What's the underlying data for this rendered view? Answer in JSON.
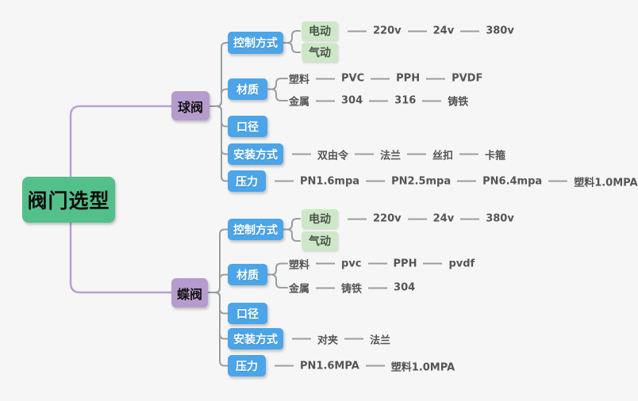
{
  "diagram": {
    "type": "mindmap",
    "title": "阀门选型"
  },
  "colors": {
    "canvas_bg": "#f6f6f6",
    "root_green": "#53c08b",
    "branch_purple": "#b69cce",
    "category_blue": "#4ba5e8",
    "leaf_light_green": "#cde8c7",
    "connector_gray": "#989ea1",
    "connector_purple": "#b8a0d2",
    "label_text": "#555555"
  },
  "root": {
    "label": "阀门选型"
  },
  "branches": [
    {
      "label": "球阀",
      "categories": [
        {
          "label": "控制方式"
        },
        {
          "label": "材质"
        },
        {
          "label": "口径"
        },
        {
          "label": "安装方式"
        },
        {
          "label": "压力"
        }
      ],
      "control": {
        "options": [
          "电动",
          "气动"
        ],
        "voltages": [
          "220v",
          "24v",
          "380v"
        ]
      },
      "material": {
        "plastic": [
          "塑料",
          "PVC",
          "PPH",
          "PVDF"
        ],
        "metal": [
          "金属",
          "304",
          "316",
          "铸铁"
        ]
      },
      "install": [
        "双由令",
        "法兰",
        "丝扣",
        "卡箍"
      ],
      "pressure": [
        "PN1.6mpa",
        "PN2.5mpa",
        "PN6.4mpa",
        "塑料1.0MPA"
      ]
    },
    {
      "label": "蝶阀",
      "categories": [
        {
          "label": "控制方式"
        },
        {
          "label": "材质"
        },
        {
          "label": "口径"
        },
        {
          "label": "安装方式"
        },
        {
          "label": "压力"
        }
      ],
      "control": {
        "options": [
          "电动",
          "气动"
        ],
        "voltages": [
          "220v",
          "24v",
          "380v"
        ]
      },
      "material": {
        "plastic": [
          "塑料",
          "pvc",
          "PPH",
          "pvdf"
        ],
        "metal": [
          "金属",
          "铸铁",
          "304"
        ]
      },
      "install": [
        "对夹",
        "法兰"
      ],
      "pressure": [
        "PN1.6MPA",
        "塑料1.0MPA"
      ]
    }
  ]
}
